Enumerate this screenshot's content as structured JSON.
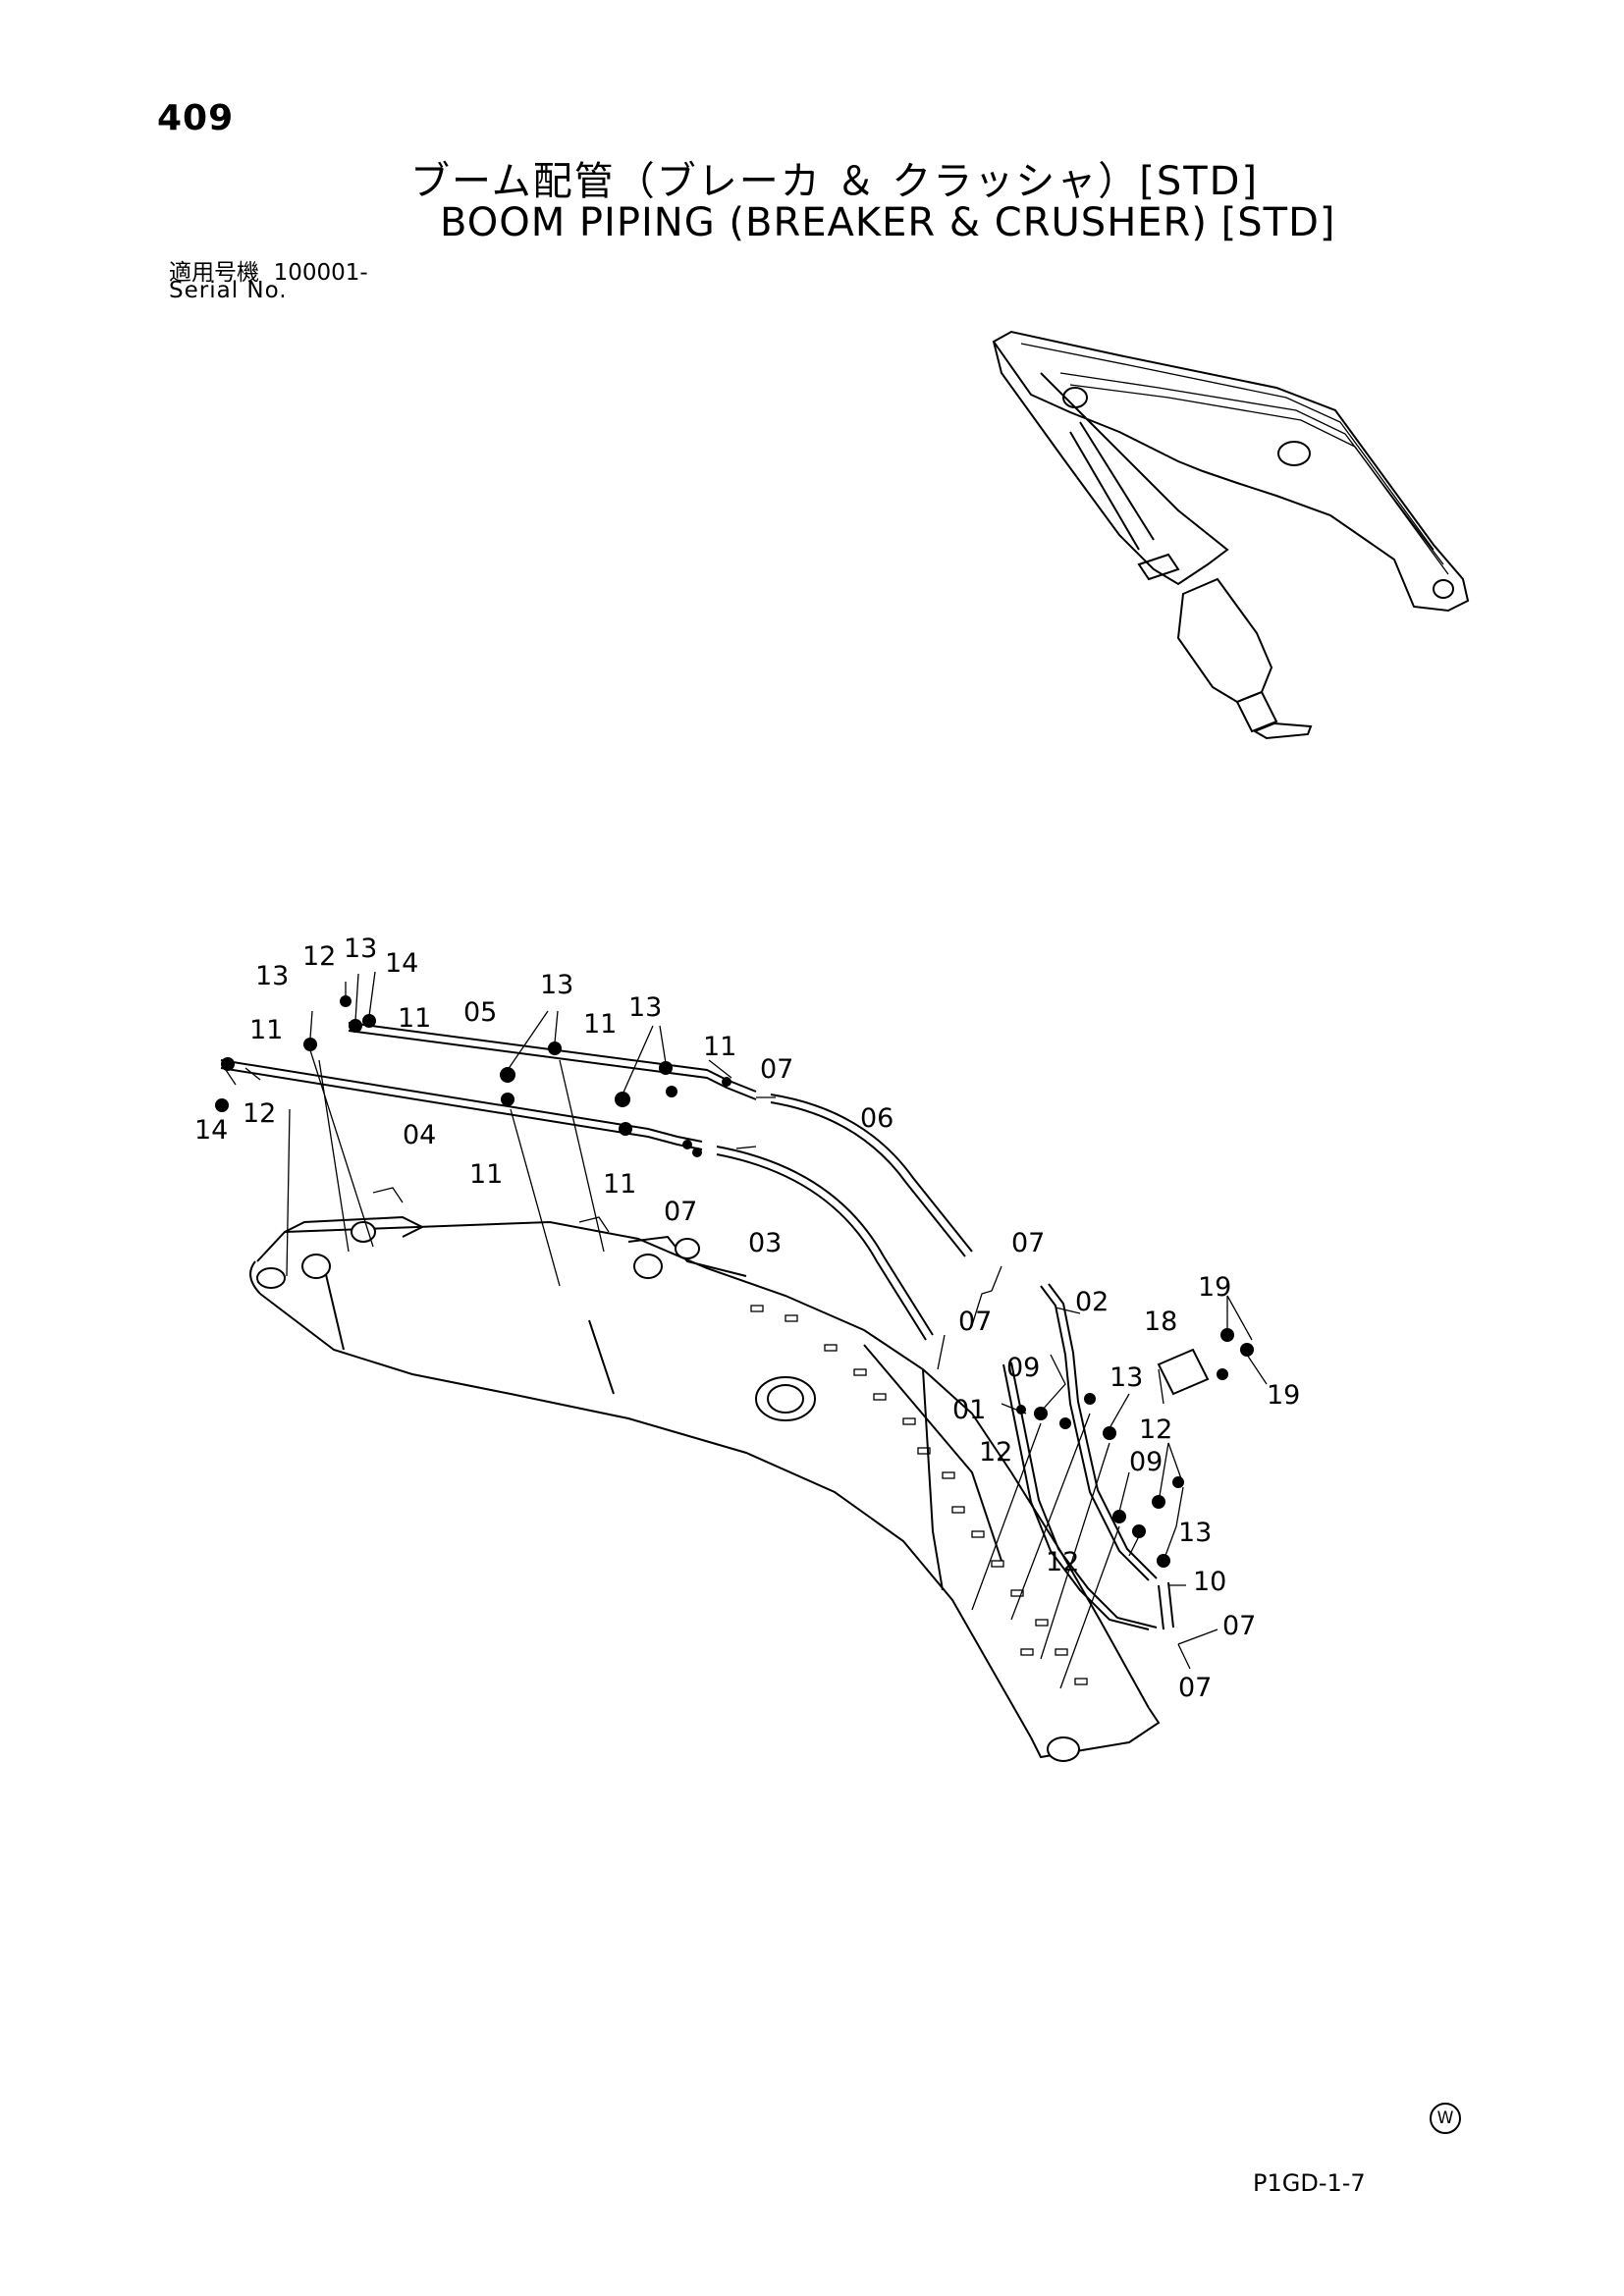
{
  "page_number": "409",
  "title_ja": "ブーム配管（ブレーカ ＆ クラッシャ）[STD]",
  "title_en": "BOOM PIPING (BREAKER & CRUSHER) [STD]",
  "serial_label_ja": "適用号機",
  "serial_value": "100001-",
  "serial_label_en": "Serial No.",
  "watermark_symbol": "W",
  "doc_code": "P1GD-1-7",
  "callouts": {
    "c01": "01",
    "c02": "02",
    "c03": "03",
    "c04": "04",
    "c05": "05",
    "c06": "06",
    "c07": "07",
    "c09": "09",
    "c10": "10",
    "c11": "11",
    "c12": "12",
    "c13": "13",
    "c14": "14",
    "c18": "18",
    "c19": "19"
  }
}
